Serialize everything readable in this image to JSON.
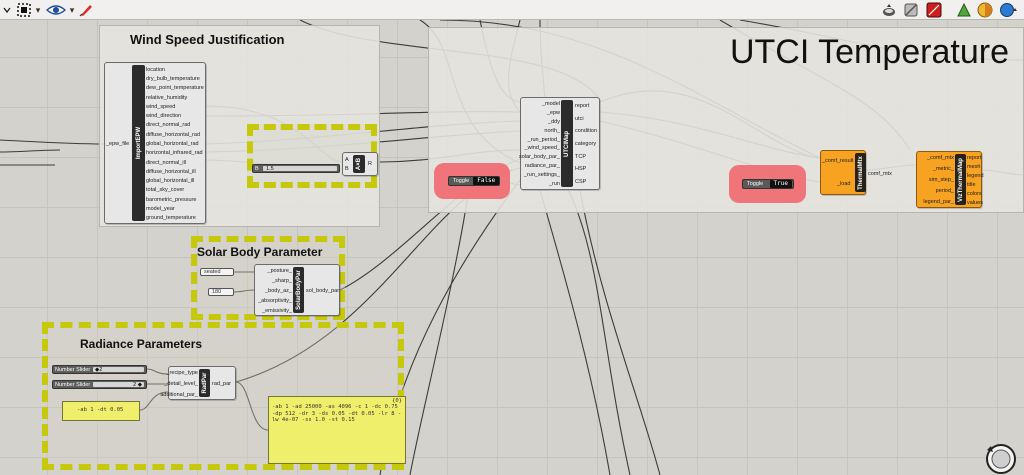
{
  "toolbar": {
    "dropdown_chevron": "chevron-down-icon",
    "zoom_fit_icon": "zoom-fit-icon",
    "preview_icon": "eye-icon",
    "sketch_icon": "sketch-icon",
    "caret": "▾"
  },
  "groups": {
    "wind": "Wind Speed Justification",
    "utci": "UTCI Temperature",
    "solar": "Solar Body Parameter",
    "radiance": "Radiance Parameters"
  },
  "import_epw": {
    "name": "ImportEPW",
    "input": "_epw_file",
    "outputs": [
      "location",
      "dry_bulb_temperature",
      "dew_point_temperature",
      "relative_humidity",
      "wind_speed",
      "wind_direction",
      "direct_normal_rad",
      "diffuse_horizontal_rad",
      "global_horizontal_rad",
      "horizontal_infrared_rad",
      "direct_normal_ill",
      "diffuse_horizontal_ill",
      "global_horizontal_ill",
      "total_sky_cover",
      "barometric_pressure",
      "model_year",
      "ground_temperature"
    ]
  },
  "multiply": {
    "name": "A×B",
    "inputs": [
      "A",
      "B"
    ],
    "output": "R"
  },
  "wind_slider": {
    "label": "B",
    "value": "1.5"
  },
  "utci_map": {
    "name": "UTCIMap",
    "inputs": [
      "_model",
      "_epw",
      "_ddy",
      "north_",
      "_run_period_",
      "_wind_speed_",
      "solar_body_par_",
      "radiance_par_",
      "_run_settings_",
      "_run"
    ],
    "outputs": [
      "report",
      "utci",
      "condition",
      "category",
      "TCP",
      "HSP",
      "CSP"
    ]
  },
  "toggle_1": {
    "label": "Toggle",
    "value": "False"
  },
  "toggle_2": {
    "label": "Toggle",
    "value": "True"
  },
  "thermal_mtx": {
    "name": "ThermalMtx",
    "inputs": [
      "_comf_result",
      "_load"
    ],
    "output": "comf_mtx"
  },
  "vis_thermal": {
    "name": "VizThermalMap",
    "inputs": [
      "_comf_mtx",
      "_metric_",
      "sim_step_",
      "period_",
      "legend_par_"
    ],
    "outputs": [
      "report",
      "mesh",
      "legend",
      "title",
      "colors",
      "values"
    ]
  },
  "solar_body": {
    "name": "SolarBodyPar",
    "inputs": [
      "_posture_",
      "_sharp_",
      "_body_az_",
      "_absorptivity_",
      "_emissivity_"
    ],
    "output": "sol_body_par",
    "posture_value": "seated",
    "az_value": "180"
  },
  "rad_par": {
    "name": "RadPar",
    "inputs": [
      "_recipe_type",
      "_detail_level_",
      "additional_par_"
    ],
    "output": "rad_par",
    "slider1": {
      "label": "Number Slider",
      "value": "◆2"
    },
    "slider2": {
      "label": "Number Slider",
      "value": "2 ◆"
    },
    "panel_text": "-ab 1 -dt 0.05",
    "out_panel_index": "{0}",
    "out_panel_text": "-ab 1 -ad 25000 -as 4096 -c 1 -dc 0.75 -dp 512 -dr 3 -ds 0.05 -dt 0.05 -lr 8 -lw 4e-07 -ss 1.0 -st 0.15"
  },
  "status_icons": [
    "render-preview-icon",
    "disable-preview-icon",
    "bake-icon",
    "wire-display-icon",
    "shaded-preview-icon",
    "sphere-icon"
  ],
  "navigator": "canvas-navigator-icon"
}
